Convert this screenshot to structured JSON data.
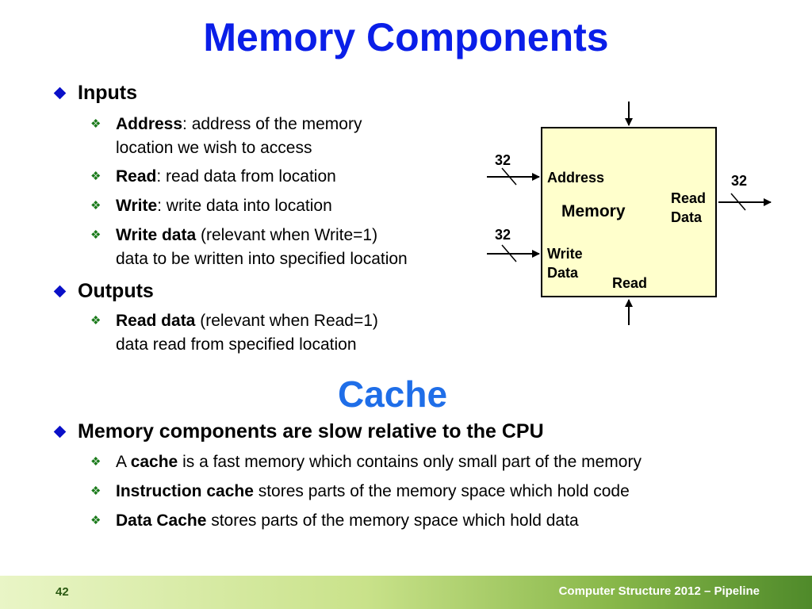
{
  "title": "Memory Components",
  "inputs": {
    "heading": "Inputs",
    "items": [
      {
        "term": "Address",
        "rest1": ": address of the memory",
        "rest2": "location we wish to access"
      },
      {
        "term": "Read",
        "rest1": ": read data from location"
      },
      {
        "term": "Write",
        "rest1": ": write data into location"
      },
      {
        "term": "Write data",
        "rest1": " (relevant when Write=1)",
        "rest2": "data to be written into specified location"
      }
    ]
  },
  "outputs": {
    "heading": "Outputs",
    "items": [
      {
        "term": "Read data",
        "rest1": " (relevant when Read=1)",
        "rest2": "data read from specified location"
      }
    ]
  },
  "diagram": {
    "address_label": "Address",
    "center_label": "Memory",
    "read_data_label_1": "Read",
    "read_data_label_2": "Data",
    "write_data_label_1": "Write",
    "write_data_label_2": "Data",
    "read_label": "Read",
    "bus_width_address": "32",
    "bus_width_write": "32",
    "bus_width_output": "32"
  },
  "cache": {
    "heading": "Cache",
    "main_bullet": "Memory components are slow relative to the CPU",
    "items": [
      {
        "pre": "A ",
        "term": "cache",
        "rest": " is a fast memory which contains only small part of the memory"
      },
      {
        "pre": "",
        "term": "Instruction cache",
        "rest": " stores parts of the memory space which hold code"
      },
      {
        "pre": "",
        "term": "Data Cache",
        "rest": " stores parts of the memory space which hold data"
      }
    ]
  },
  "footer": {
    "page_number": "42",
    "course": "Computer Structure 2012 – Pipeline"
  },
  "colors": {
    "title": "#0a1ee8",
    "cache_title": "#1f6ee8",
    "memory_box": "#ffffcc",
    "bullet_diamond": "#0a10c8",
    "sub_bullet": "#1a7a1a"
  }
}
